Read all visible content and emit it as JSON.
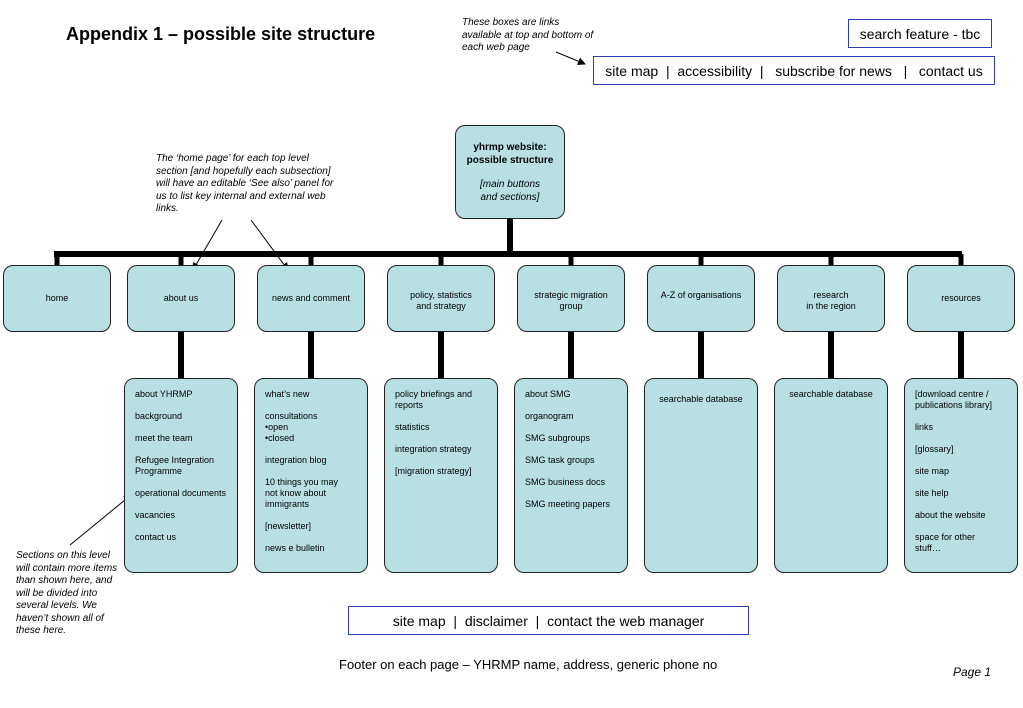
{
  "title": "Appendix 1 – possible site structure",
  "notes": {
    "header_links_note": "These boxes are links\navailable at top and bottom of\neach web page",
    "home_page_note": "The ‘home page’ for each top level section [and hopefully each subsection] will have an editable ‘See also’ panel for us to list key internal and external web links.",
    "sections_note": "Sections on this level will contain more items than shown here, and will be divided  into several levels. We haven’t shown all of these here."
  },
  "search_box": "search feature - tbc",
  "header_links": [
    "site map",
    "accessibility",
    "subscribe for news",
    "contact us"
  ],
  "root": {
    "title": "yhrmp website:\npossible structure",
    "subtitle": "[main buttons\nand sections]"
  },
  "sections": [
    {
      "label": "home",
      "items": []
    },
    {
      "label": "about us",
      "items": [
        "about YHRMP",
        "background",
        "meet the team",
        "Refugee Integration\nProgramme",
        "operational documents",
        "vacancies",
        "contact us"
      ]
    },
    {
      "label": "news and comment",
      "items": [
        "what’s new",
        "consultations\n•open\n•closed",
        "integration blog",
        "10 things you may\n not know about\nimmigrants",
        "[newsletter]",
        "news e  bulletin"
      ]
    },
    {
      "label": "policy, statistics\nand strategy",
      "items": [
        "policy briefings and\n reports",
        "statistics",
        "integration strategy",
        "[migration strategy]"
      ]
    },
    {
      "label": "strategic migration\ngroup",
      "items": [
        "about  SMG",
        "organogram",
        "SMG subgroups",
        "SMG task groups",
        "SMG business docs",
        "SMG meeting papers"
      ]
    },
    {
      "label": "A-Z of organisations",
      "items": [
        "searchable database"
      ]
    },
    {
      "label": "research\nin the region",
      "items": [
        "searchable database"
      ]
    },
    {
      "label": "resources",
      "items": [
        "[download centre /\npublications library]",
        "links",
        "[glossary]",
        "site map",
        "site help",
        "about the website",
        "space for other\nstuff…"
      ]
    }
  ],
  "footer_links": [
    "site map",
    "disclaimer",
    "contact the web manager"
  ],
  "footer_text": "Footer on each page – YHRMP name, address, generic phone no",
  "page_number": "Page 1",
  "colors": {
    "node_fill": "#b8e0e3",
    "link_box_border": "#2a3fb0",
    "connector": "#000000"
  }
}
